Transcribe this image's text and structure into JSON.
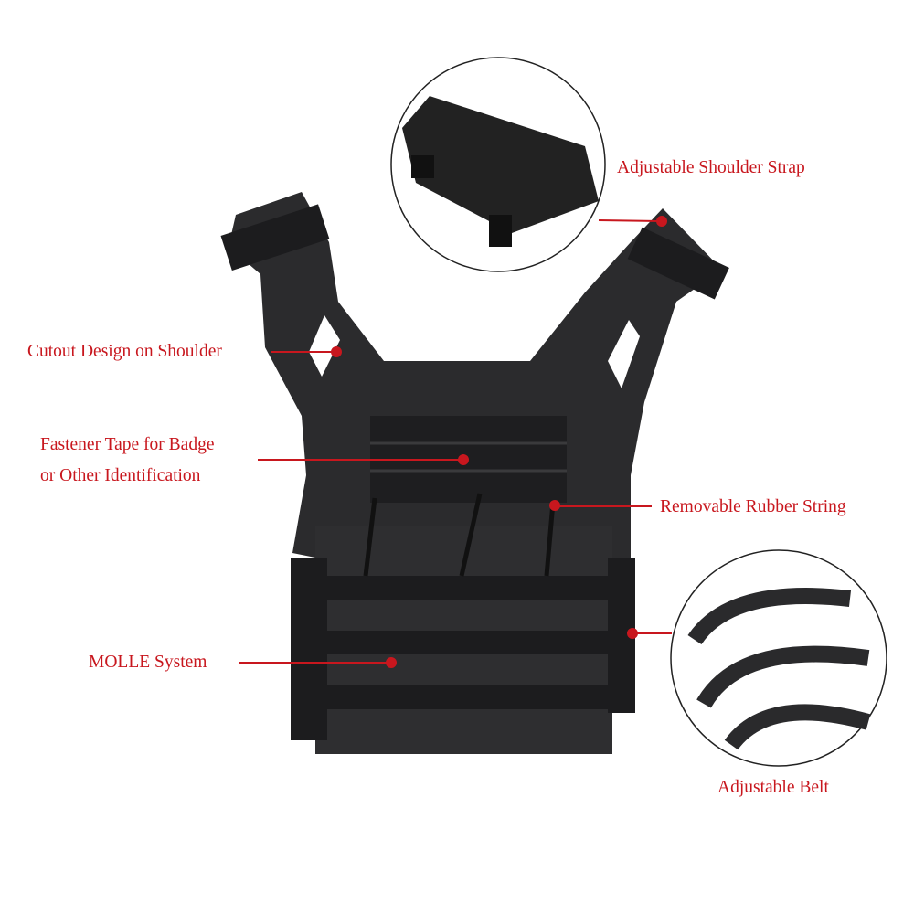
{
  "callouts": {
    "shoulder_strap": "Adjustable Shoulder Strap",
    "cutout": "Cutout Design on Shoulder",
    "fastener_line1": "Fastener Tape for Badge",
    "fastener_line2": "or Other Identification",
    "rubber_string": "Removable Rubber String",
    "molle": "MOLLE System",
    "belt": "Adjustable Belt"
  },
  "colors": {
    "callout": "#c8171e",
    "vest": "#2b2b2d",
    "webbing": "#1c1c1e"
  }
}
